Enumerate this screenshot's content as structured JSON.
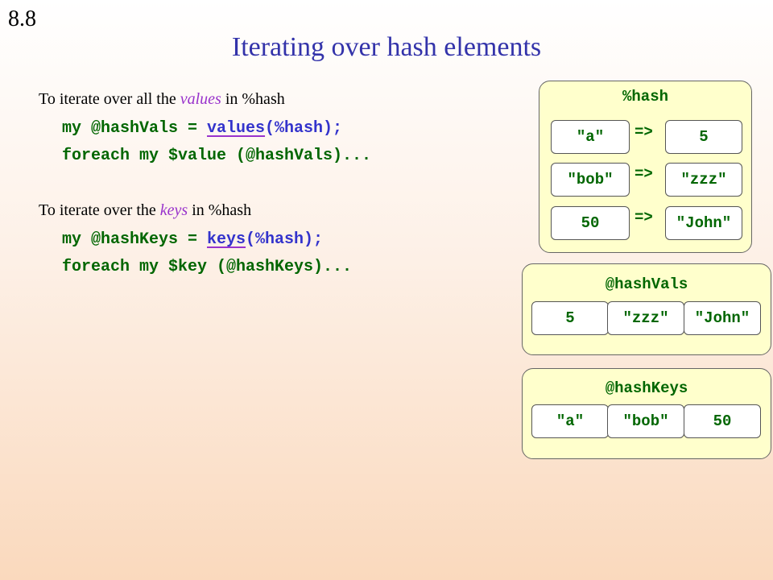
{
  "slide_number": "8.8",
  "title": "Iterating over hash elements",
  "values_section": {
    "intro_before": "To iterate over all the ",
    "intro_emph": "values",
    "intro_after": " in %hash",
    "line1": {
      "pre": "my @hashVals = ",
      "fn": "values",
      "post": "(%hash);"
    },
    "line2": "foreach my $value (@hashVals)..."
  },
  "keys_section": {
    "intro_before": "To iterate over the ",
    "intro_emph": "keys",
    "intro_after": " in %hash",
    "line1": {
      "pre": "my @hashKeys = ",
      "fn": "keys",
      "post": "(%hash);"
    },
    "line2": "foreach my $key (@hashKeys)..."
  },
  "hash_panel": {
    "label": "%hash",
    "arrow": "=>",
    "pairs": [
      {
        "key": "\"a\"",
        "value": "5"
      },
      {
        "key": "\"bob\"",
        "value": "\"zzz\""
      },
      {
        "key": "50",
        "value": "\"John\""
      }
    ]
  },
  "vals_panel": {
    "label": "@hashVals",
    "items": [
      "5",
      "\"zzz\"",
      "\"John\""
    ]
  },
  "keys_panel": {
    "label": "@hashKeys",
    "items": [
      "\"a\"",
      "\"bob\"",
      "50"
    ]
  }
}
